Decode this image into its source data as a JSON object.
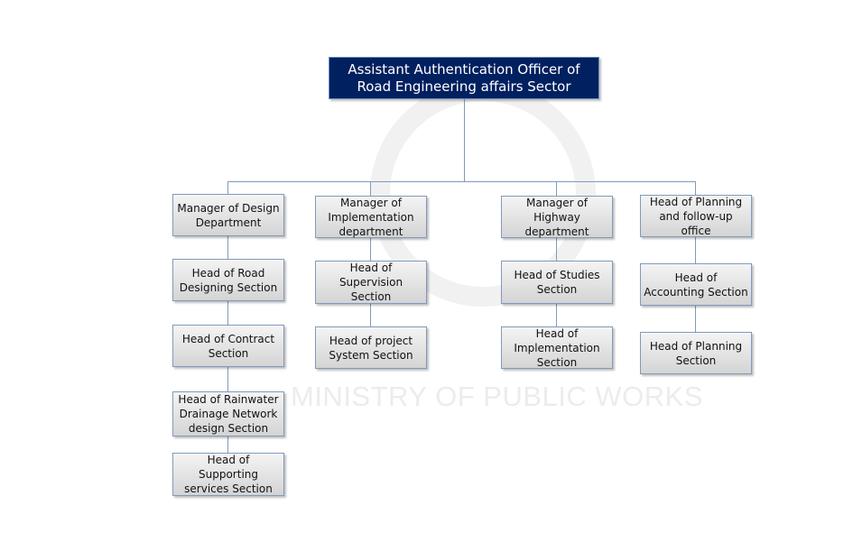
{
  "watermark": {
    "text": "MINISTRY OF PUBLIC WORKS"
  },
  "root": {
    "label": "Assistant Authentication Officer of Road Engineering affairs Sector"
  },
  "columns": [
    {
      "items": [
        "Manager of Design Department",
        "Head of Road Designing Section",
        "Head of Contract Section",
        "Head of Rainwater Drainage Network design Section",
        "Head of Supporting services Section"
      ]
    },
    {
      "items": [
        "Manager of Implementation department",
        "Head of Supervision Section",
        "Head of project System Section"
      ]
    },
    {
      "items": [
        "Manager of Highway department",
        "Head of Studies Section",
        "Head of Implementation Section"
      ]
    },
    {
      "items": [
        "Head of Planning and follow-up office",
        "Head of Accounting Section",
        "Head of Planning Section"
      ]
    }
  ],
  "colors": {
    "root_bg": "#002060",
    "line": "#7f9bbd"
  }
}
